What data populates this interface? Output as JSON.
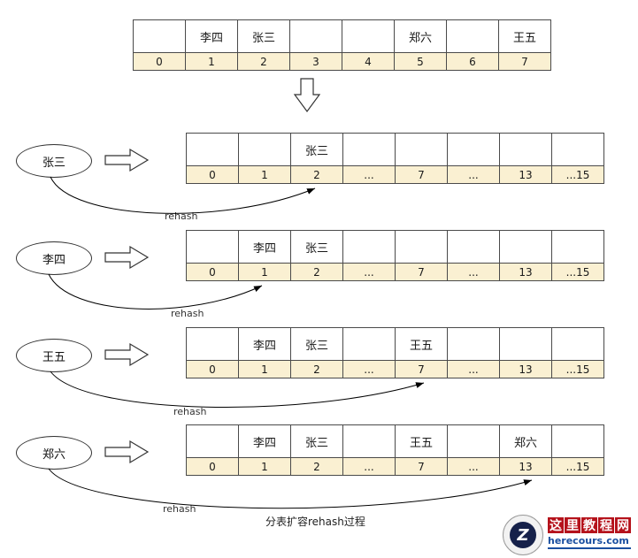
{
  "caption": "分表扩容rehash过程",
  "colors": {
    "index_row_bg": "#FAF0D2",
    "cell_border": "#4a4a4a",
    "watermark_red": "#b5121b",
    "watermark_blue": "#1a4fa0"
  },
  "initial_table": {
    "values": [
      "",
      "李四",
      "张三",
      "",
      "",
      "郑六",
      "",
      "王五"
    ],
    "indices": [
      "0",
      "1",
      "2",
      "3",
      "4",
      "5",
      "6",
      "7"
    ]
  },
  "rehash_rows": [
    {
      "key": "张三",
      "arrow_label": "rehash",
      "target_index": "2",
      "table": {
        "values": [
          "",
          "",
          "张三",
          "",
          "",
          "",
          "",
          ""
        ],
        "indices": [
          "0",
          "1",
          "2",
          "...",
          "7",
          "...",
          "13",
          "...15"
        ]
      }
    },
    {
      "key": "李四",
      "arrow_label": "rehash",
      "target_index": "1",
      "table": {
        "values": [
          "",
          "李四",
          "张三",
          "",
          "",
          "",
          "",
          ""
        ],
        "indices": [
          "0",
          "1",
          "2",
          "...",
          "7",
          "...",
          "13",
          "...15"
        ]
      }
    },
    {
      "key": "王五",
      "arrow_label": "rehash",
      "target_index": "7",
      "table": {
        "values": [
          "",
          "李四",
          "张三",
          "",
          "王五",
          "",
          "",
          ""
        ],
        "indices": [
          "0",
          "1",
          "2",
          "...",
          "7",
          "...",
          "13",
          "...15"
        ]
      }
    },
    {
      "key": "郑六",
      "arrow_label": "rehash",
      "target_index": "13",
      "table": {
        "values": [
          "",
          "李四",
          "张三",
          "",
          "王五",
          "",
          "郑六",
          ""
        ],
        "indices": [
          "0",
          "1",
          "2",
          "...",
          "7",
          "...",
          "13",
          "...15"
        ]
      }
    }
  ],
  "watermark": {
    "logo_letter": "Z",
    "site_name": "这里教程网",
    "site_url": "herecours.com"
  }
}
